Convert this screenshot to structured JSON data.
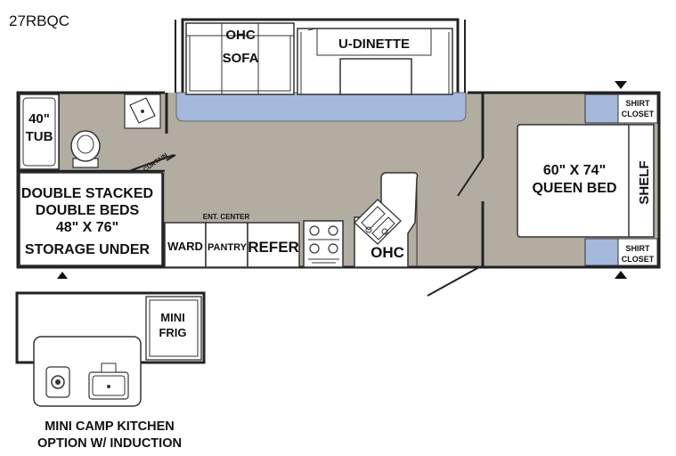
{
  "model": "27RBQC",
  "labels": {
    "ohc_top": "OHC",
    "sofa": "SOFA",
    "u_dinette": "U-DINETTE",
    "tub_size": "40\"",
    "tub": "TUB",
    "curtain": "CURTAIN",
    "bunk_line1": "DOUBLE STACKED",
    "bunk_line2": "DOUBLE BEDS",
    "bunk_line3": "48\" X 76\"",
    "bunk_line4": "STORAGE UNDER",
    "ent_center": "ENT. CENTER",
    "ward": "WARD",
    "pantry": "PANTRY",
    "refer": "REFER",
    "ohc_kitchen": "OHC",
    "bed_size": "60\" X 74\"",
    "queen_bed": "QUEEN BED",
    "shelf": "SHELF",
    "shirt_closet_top_1": "SHIRT",
    "shirt_closet_top_2": "CLOSET",
    "shirt_closet_bottom_1": "SHIRT",
    "shirt_closet_bottom_2": "CLOSET",
    "mini_frig_1": "MINI",
    "mini_frig_2": "FRIG",
    "camp_kitchen_1": "MINI CAMP KITCHEN",
    "camp_kitchen_2": "OPTION W/ INDUCTION"
  },
  "colors": {
    "floor": "#b3aca1",
    "blue": "#a5b9dd",
    "wall": "#222222"
  }
}
